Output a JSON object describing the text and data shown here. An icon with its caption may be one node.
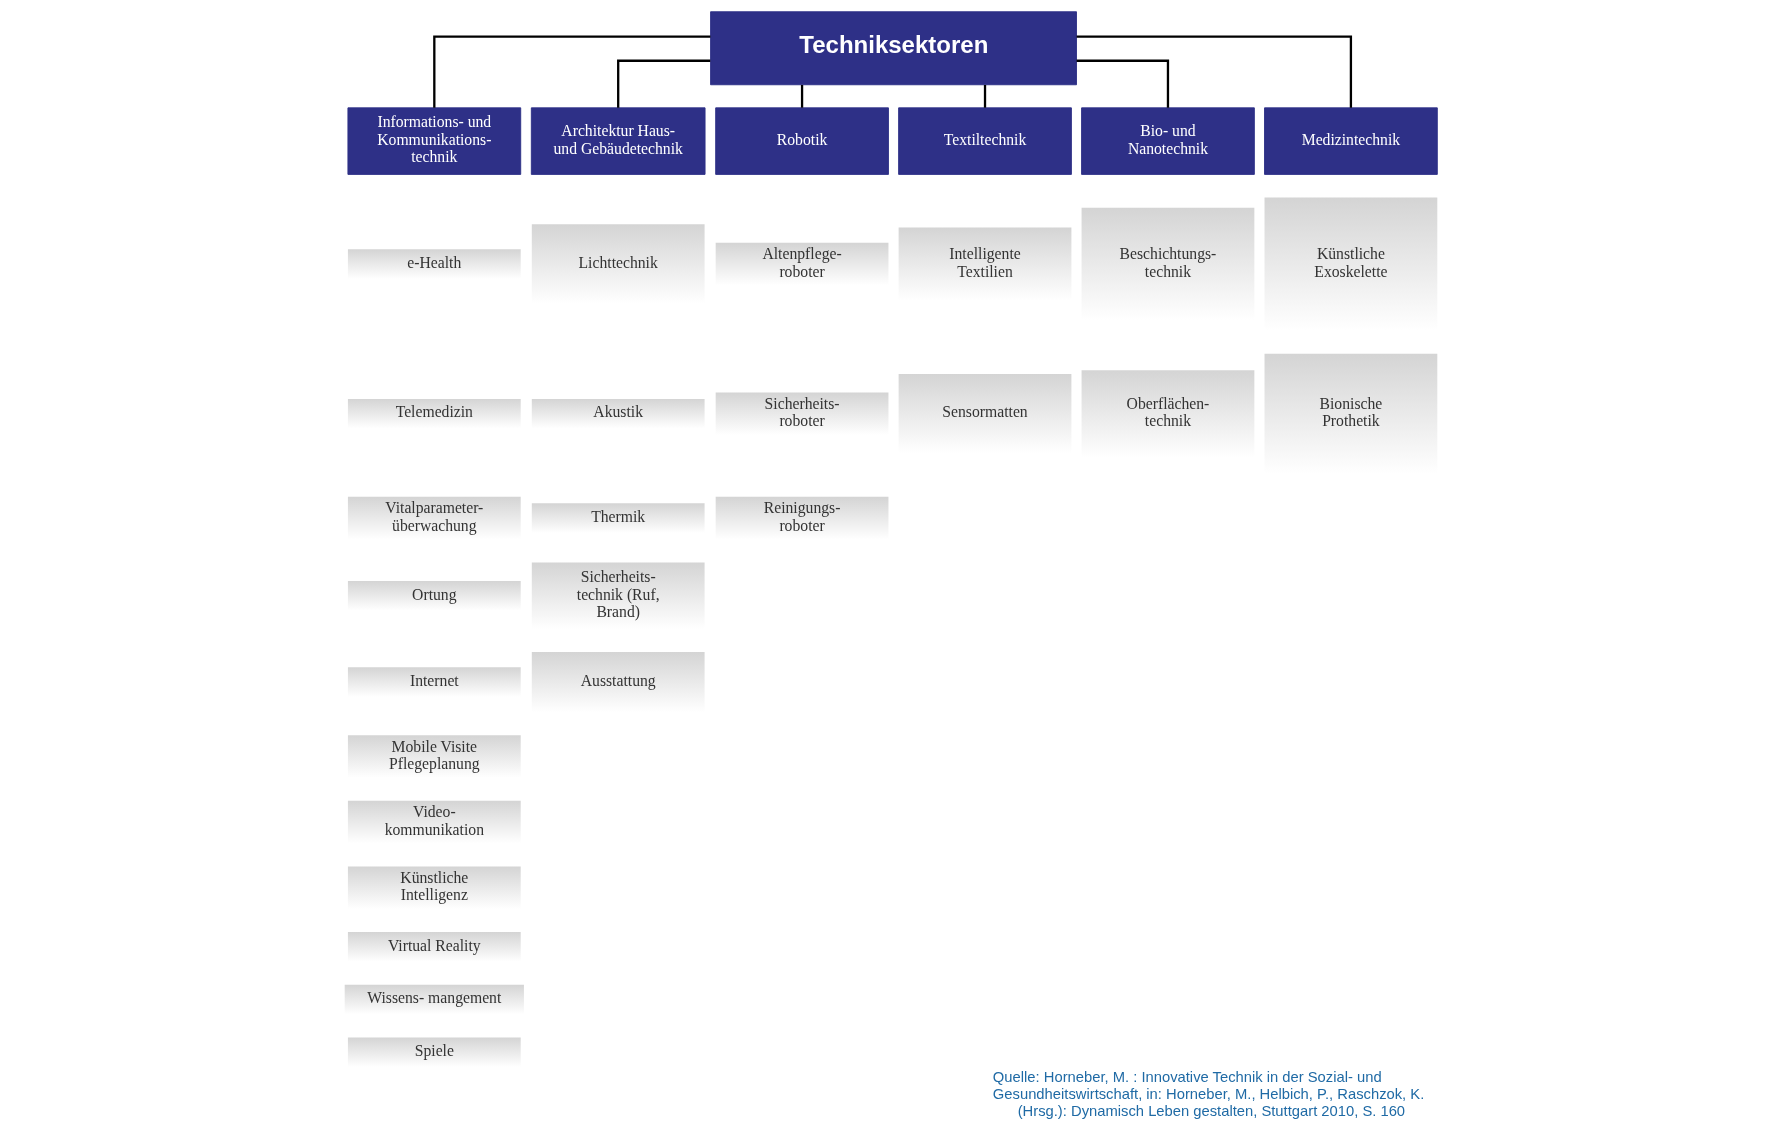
{
  "diagram": {
    "caption": "Quelle: Horneber, M. : Innovative Technik in der Sozial- und Gesundheitswirtschaft, in: Horneber, M., Helbich, P., Raschzok, K. (Hrsg.): Dynamisch Leben gestalten, Stuttgart 2010, S. 160",
    "nodes": [
      {
        "text": [
          "Techniksektoren"
        ]
      },
      {
        "text": [
          "Informations- und Kommunikations- technik"
        ]
      },
      {
        "text": [
          "Architektur Haus- und Gebäudetechnik"
        ]
      },
      {
        "text": [
          "Robotik"
        ]
      },
      {
        "text": [
          "Textiltechnik"
        ]
      },
      {
        "text": [
          "Bio- und Nanotechnik"
        ]
      },
      {
        "text": [
          "Medizintechnik"
        ]
      },
      {
        "text": [
          "e-Health"
        ]
      },
      {
        "text": [
          "Telemedizin"
        ]
      },
      {
        "text": [
          "Vitalparameter- überwachung"
        ]
      },
      {
        "text": [
          "Ortung"
        ]
      },
      {
        "text": [
          "Internet"
        ]
      },
      {
        "text": [
          "Mobile Visite Pflegeplanung"
        ]
      },
      {
        "text": [
          "Video- kommunikation"
        ]
      },
      {
        "text": [
          "Künstliche Intelligenz"
        ]
      },
      {
        "text": [
          "Virtual Reality"
        ]
      },
      {
        "text": [
          "Wissens- mangement"
        ]
      },
      {
        "text": [
          "Spiele"
        ]
      },
      {
        "text": [
          "Lichttechnik"
        ]
      },
      {
        "text": [
          "Akustik"
        ]
      },
      {
        "text": [
          "Thermik"
        ]
      },
      {
        "text": [
          "Sicherheits- technik (Ruf, Brand)"
        ]
      },
      {
        "text": [
          "Ausstattung"
        ]
      },
      {
        "text": [
          "Altenpflege- roboter"
        ]
      },
      {
        "text": [
          "Sicherheits- roboter"
        ]
      },
      {
        "text": [
          "Reinigungs- roboter"
        ]
      },
      {
        "text": [
          "Intelligente Textilien"
        ]
      },
      {
        "text": [
          "Sensormatten"
        ]
      },
      {
        "text": [
          "Beschichtungs- technik"
        ]
      },
      {
        "text": [
          "Oberflächen- technik"
        ]
      },
      {
        "text": [
          "Künstliche Exoskelette"
        ]
      },
      {
        "text": [
          "Bionische Prothetik"
        ]
      }
    ],
    "edges": [
      {
        "from": 0,
        "to": 1,
        "arrow": "none"
      },
      {
        "from": 0,
        "to": 2,
        "arrow": "none"
      },
      {
        "from": 0,
        "to": 3,
        "arrow": "none"
      },
      {
        "from": 0,
        "to": 4,
        "arrow": "none"
      },
      {
        "from": 0,
        "to": 5,
        "arrow": "none"
      },
      {
        "from": 0,
        "to": 6,
        "arrow": "none"
      }
    ]
  }
}
